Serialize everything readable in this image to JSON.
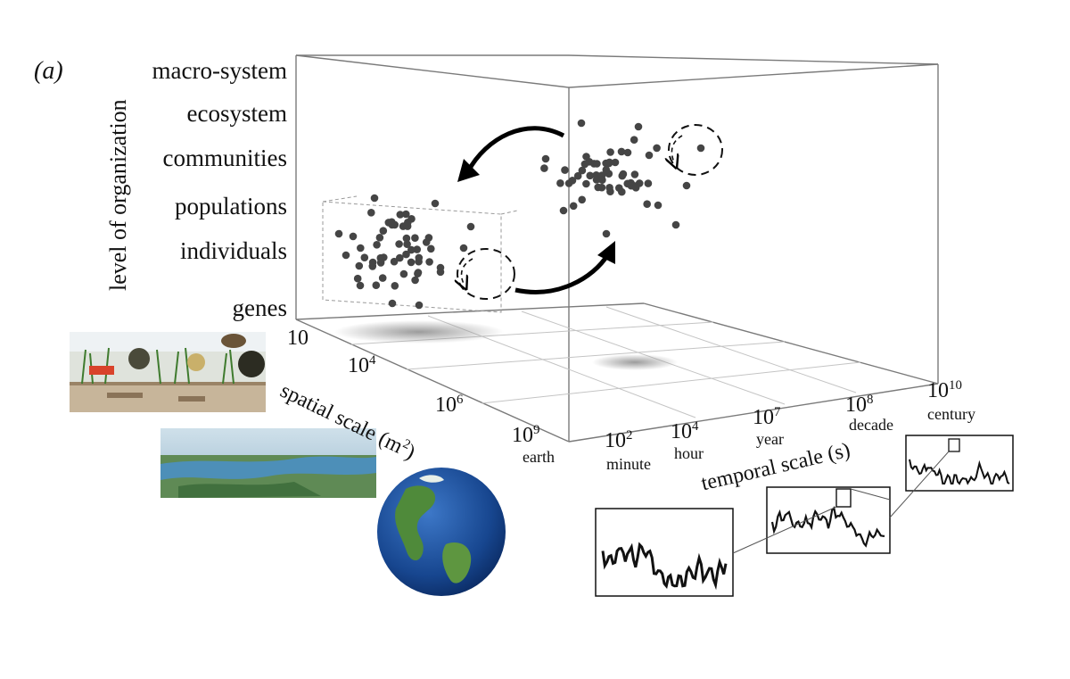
{
  "figure": {
    "panel_label": "(a)",
    "y_axis_title": "level of organization",
    "levels": [
      "macro-system",
      "ecosystem",
      "communities",
      "populations",
      "individuals",
      "genes"
    ],
    "spatial_axis": {
      "title_text": "spatial scale (m",
      "title_sup": "2",
      "title_end": ")",
      "ticks": [
        {
          "base": "10",
          "exp": "",
          "sublabel": ""
        },
        {
          "base": "10",
          "exp": "4",
          "sublabel": ""
        },
        {
          "base": "10",
          "exp": "6",
          "sublabel": ""
        },
        {
          "base": "10",
          "exp": "9",
          "sublabel": "earth"
        }
      ]
    },
    "temporal_axis": {
      "title": "temporal scale (s)",
      "ticks": [
        {
          "base": "10",
          "exp": "2",
          "sublabel": "minute"
        },
        {
          "base": "10",
          "exp": "4",
          "sublabel": "hour"
        },
        {
          "base": "10",
          "exp": "7",
          "sublabel": "year"
        },
        {
          "base": "10",
          "exp": "8",
          "sublabel": "decade"
        },
        {
          "base": "10",
          "exp": "10",
          "sublabel": "century"
        }
      ]
    },
    "colors": {
      "dots": "#454545",
      "box": "#777777",
      "arrows": "#000000",
      "ocean": "#1d4f9c",
      "land": "#4f8a3a",
      "water": "#4d8fb8"
    },
    "illustrations": [
      "wetland-ecosystem-diagram",
      "landscape-aerial-photo",
      "earth-globe",
      "nested-time-series"
    ]
  }
}
